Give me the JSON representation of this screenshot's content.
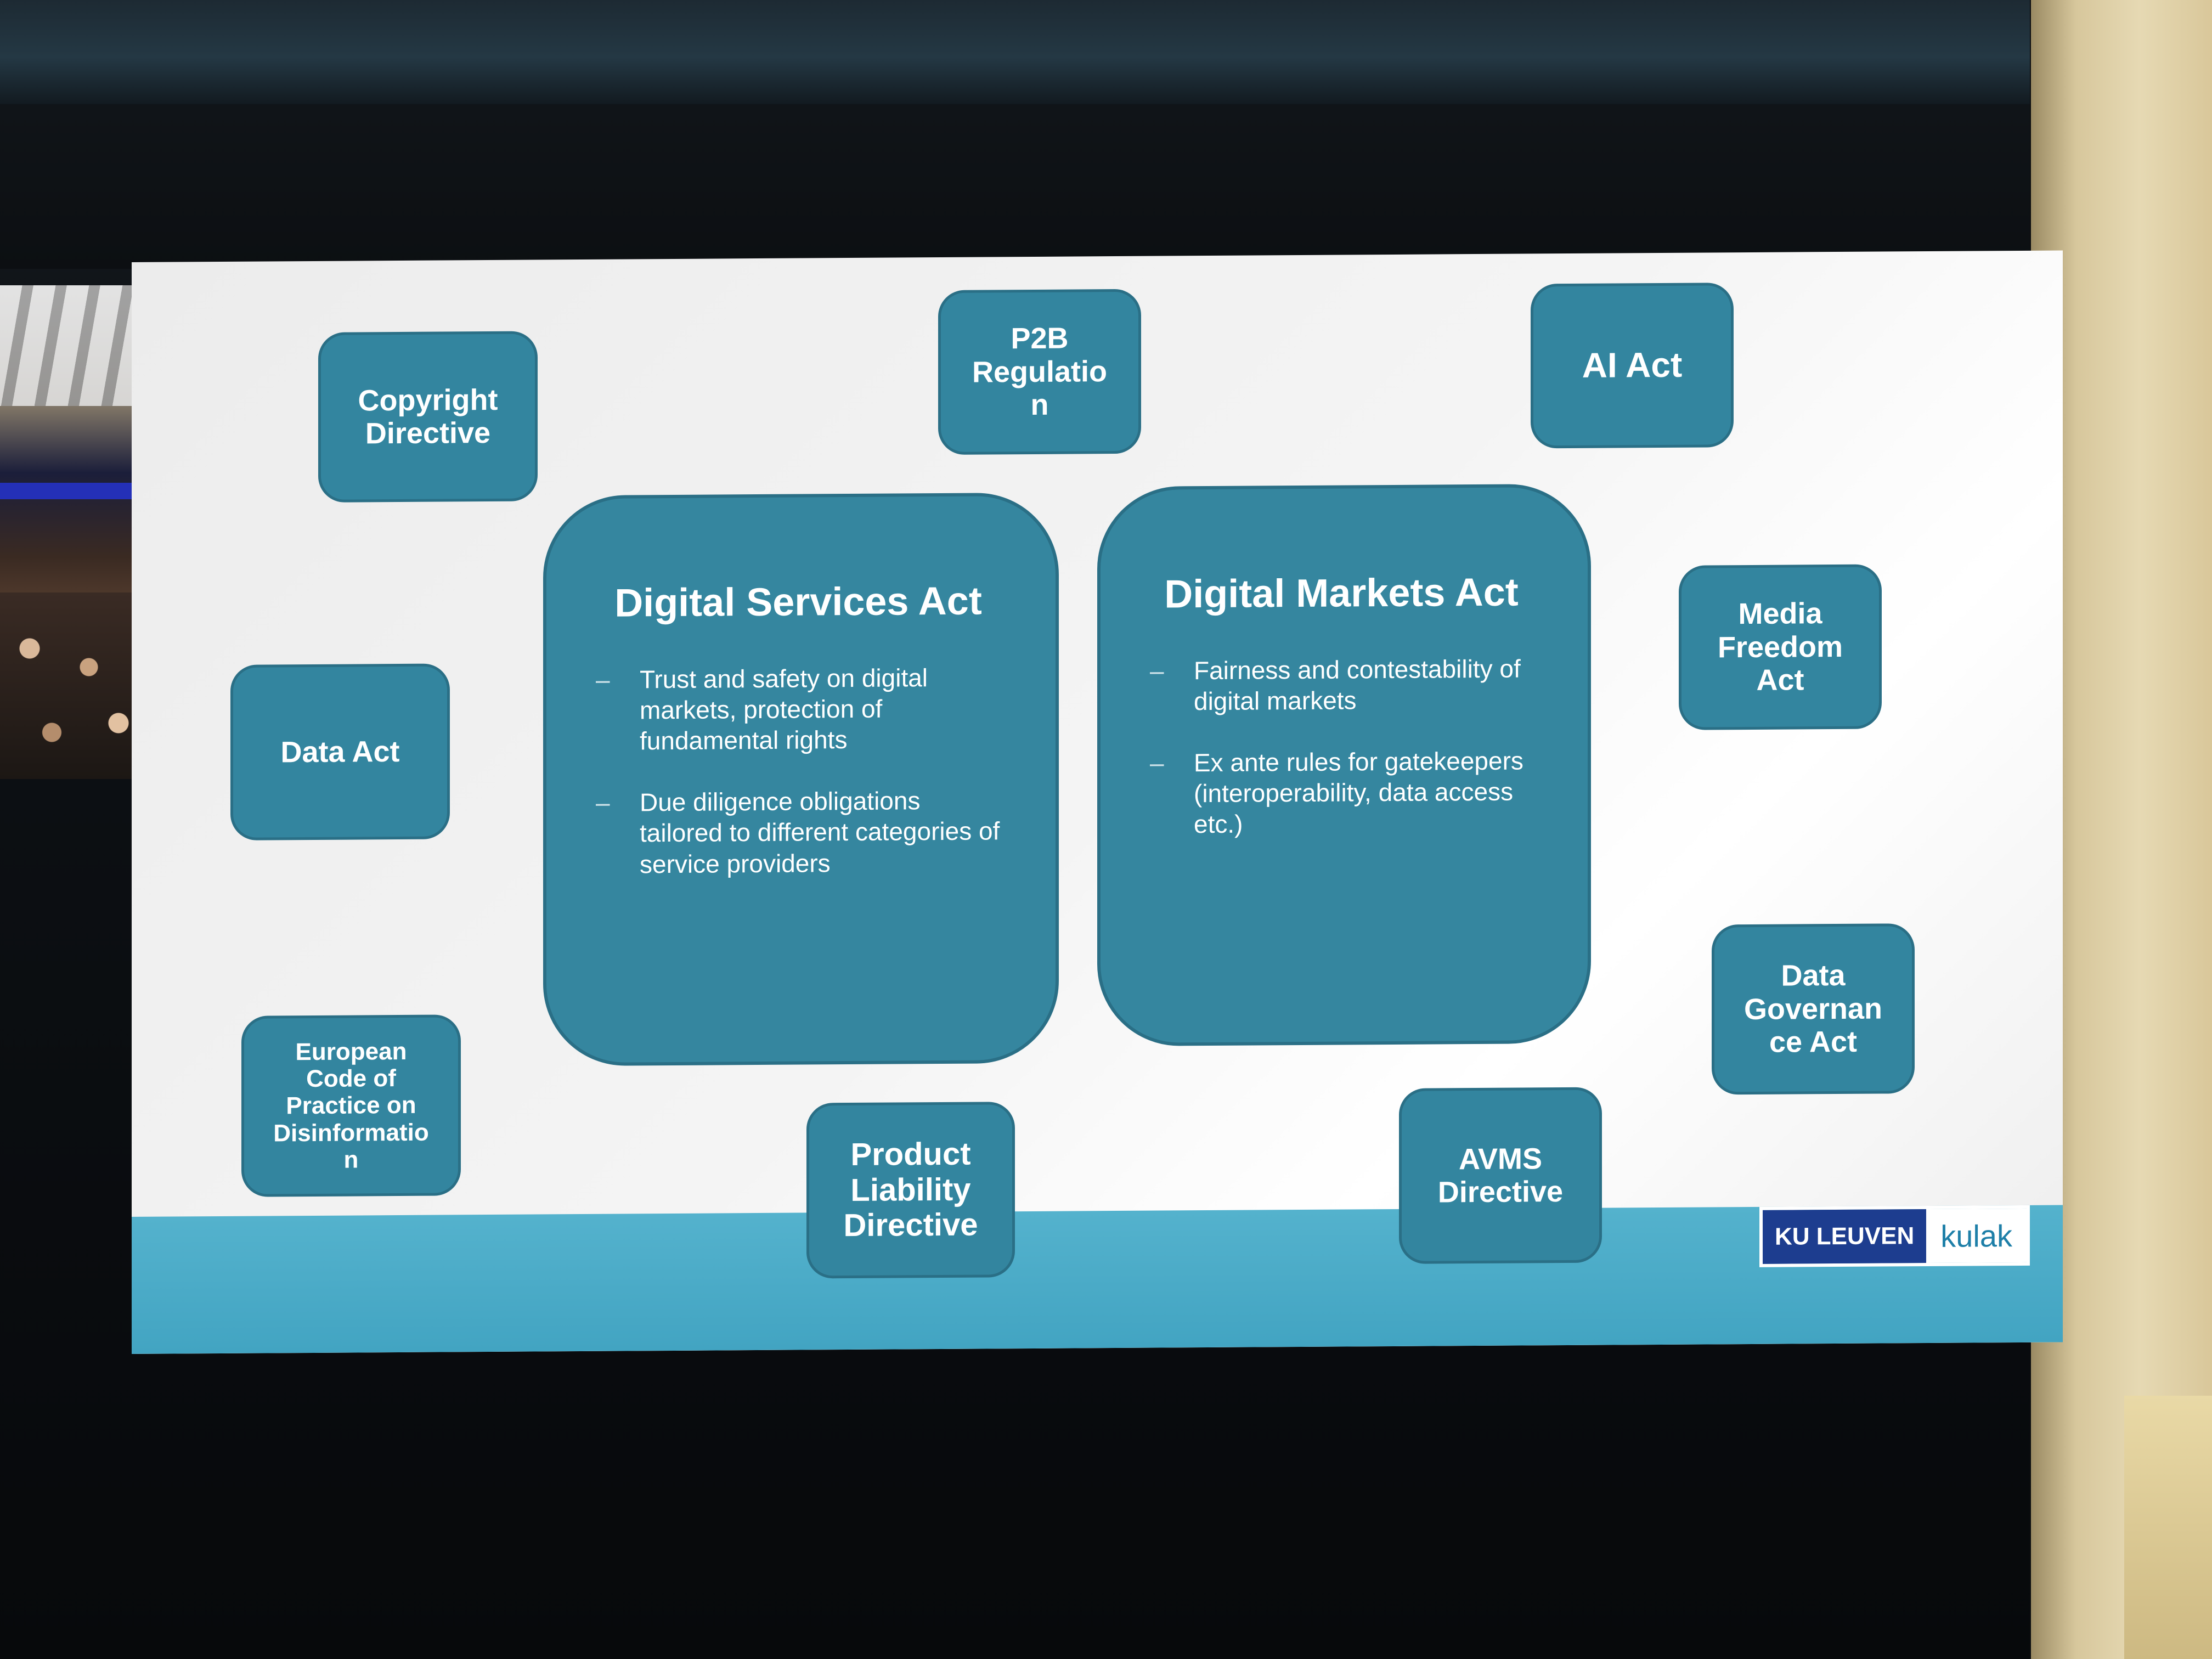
{
  "slide": {
    "boxes": {
      "copyright_directive": [
        "Copyright",
        "Directive"
      ],
      "p2b_regulation": [
        "P2B",
        "Regulatio",
        "n"
      ],
      "ai_act": [
        "AI Act"
      ],
      "media_freedom_act": [
        "Media",
        "Freedom",
        "Act"
      ],
      "data_act": [
        "Data Act"
      ],
      "european_code": [
        "European",
        "Code of",
        "Practice on",
        "Disinformatio",
        "n"
      ],
      "product_liability": [
        "Product",
        "Liability",
        "Directive"
      ],
      "avms_directive": [
        "AVMS",
        "Directive"
      ],
      "data_governance_act": [
        "Data",
        "Governan",
        "ce Act"
      ]
    },
    "dsa": {
      "title": "Digital Services Act",
      "bullets": [
        "Trust and safety on digital markets, protection of fundamental rights",
        "Due diligence obligations tailored to different categories of service providers"
      ]
    },
    "dma": {
      "title": "Digital Markets Act",
      "bullets": [
        "Fairness and contestability of digital markets",
        "Ex ante rules for gatekeepers (interoperability, data access etc.)"
      ]
    },
    "bullet_marker": "–",
    "logo": {
      "left": "KU LEUVEN",
      "right": "kulak"
    }
  },
  "colors": {
    "box_fill": "#33859f",
    "band": "#4aaac6",
    "logo_navy": "#1d3d8f"
  }
}
